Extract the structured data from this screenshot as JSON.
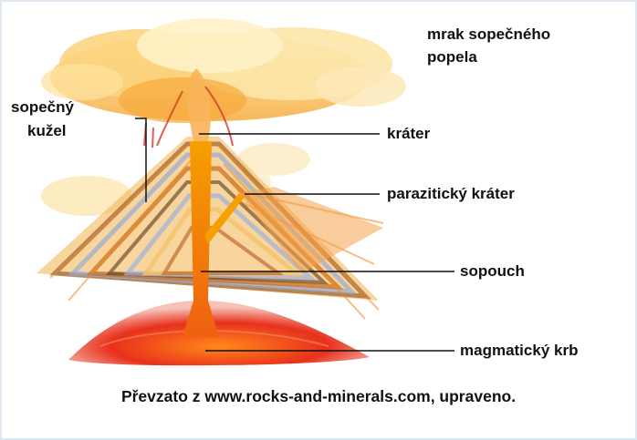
{
  "labels": {
    "ash_cloud_line1": "mrak sopečného",
    "ash_cloud_line2": "popela",
    "cone_line1": "sopečný",
    "cone_line2": "kužel",
    "crater": "kráter",
    "parasitic_crater": "parazitický kráter",
    "conduit": "sopouch",
    "magma_chamber": "magmatický krb"
  },
  "credit": "Převzato z  www.rocks-and-minerals.com, upraveno."
}
